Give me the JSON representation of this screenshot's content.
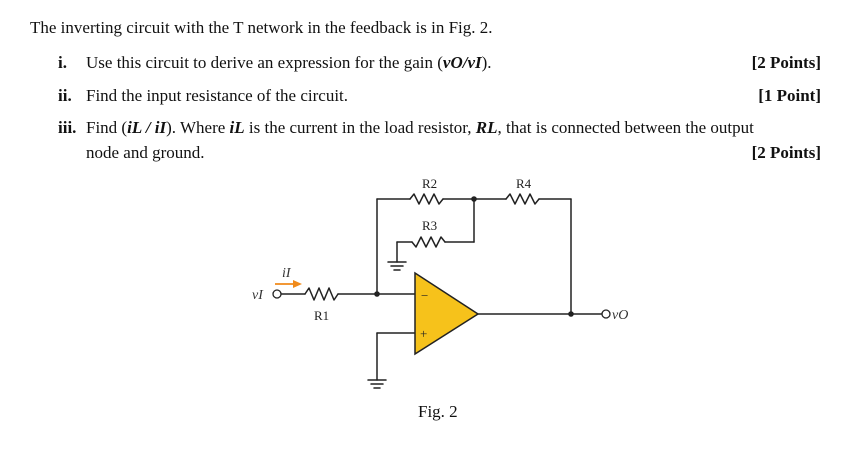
{
  "intro": "The inverting circuit with the T network in the feedback is in Fig. 2.",
  "questions": [
    {
      "number": "i.",
      "text_before": "Use this circuit to derive an expression for the gain (",
      "emph": "vO/vI",
      "text_after": ").",
      "points": "[2 Points]"
    },
    {
      "number": "ii.",
      "text": "Find the input resistance of the circuit.",
      "points": "[1 Point]"
    },
    {
      "number": "iii.",
      "text_a": "Find (",
      "emph1": "iL / iI",
      "text_b": "). Where ",
      "emph2": "iL",
      "text_c": " is the current in the load resistor, ",
      "emph3": "RL",
      "text_d": ", that is connected between the output",
      "line2": "node and ground.",
      "points": "[2 Points]"
    }
  ],
  "figure": {
    "labels": {
      "r1": "R1",
      "r2": "R2",
      "r3": "R3",
      "r4": "R4",
      "vi": "vI",
      "vo": "vO",
      "ii": "iI",
      "minus": "−",
      "plus": "+"
    },
    "caption": "Fig. 2",
    "colors": {
      "opamp_fill": "#f6c21b",
      "arrow": "#f08a1a",
      "wire": "#222222"
    }
  }
}
